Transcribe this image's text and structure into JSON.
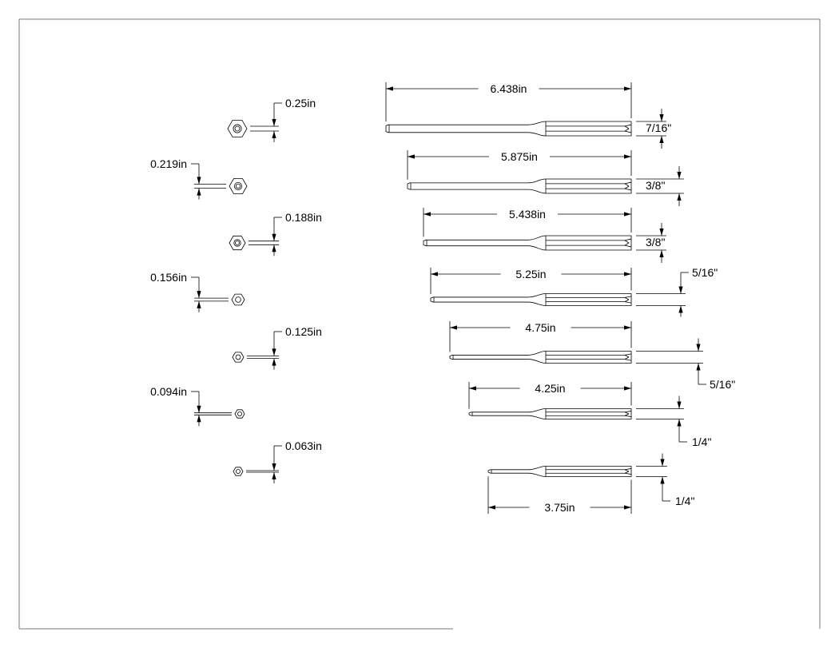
{
  "punches": [
    {
      "tip": "0.25in",
      "length": "6.438in",
      "shank": "7/16\""
    },
    {
      "tip": "0.219in",
      "length": "5.875in",
      "shank": "3/8\""
    },
    {
      "tip": "0.188in",
      "length": "5.438in",
      "shank": "3/8\""
    },
    {
      "tip": "0.156in",
      "length": "5.25in",
      "shank": "5/16\""
    },
    {
      "tip": "0.125in",
      "length": "4.75in",
      "shank": "5/16\""
    },
    {
      "tip": "0.094in",
      "length": "4.25in",
      "shank": "1/4\""
    },
    {
      "tip": "0.063in",
      "length": "3.75in",
      "shank": "1/4\""
    }
  ]
}
